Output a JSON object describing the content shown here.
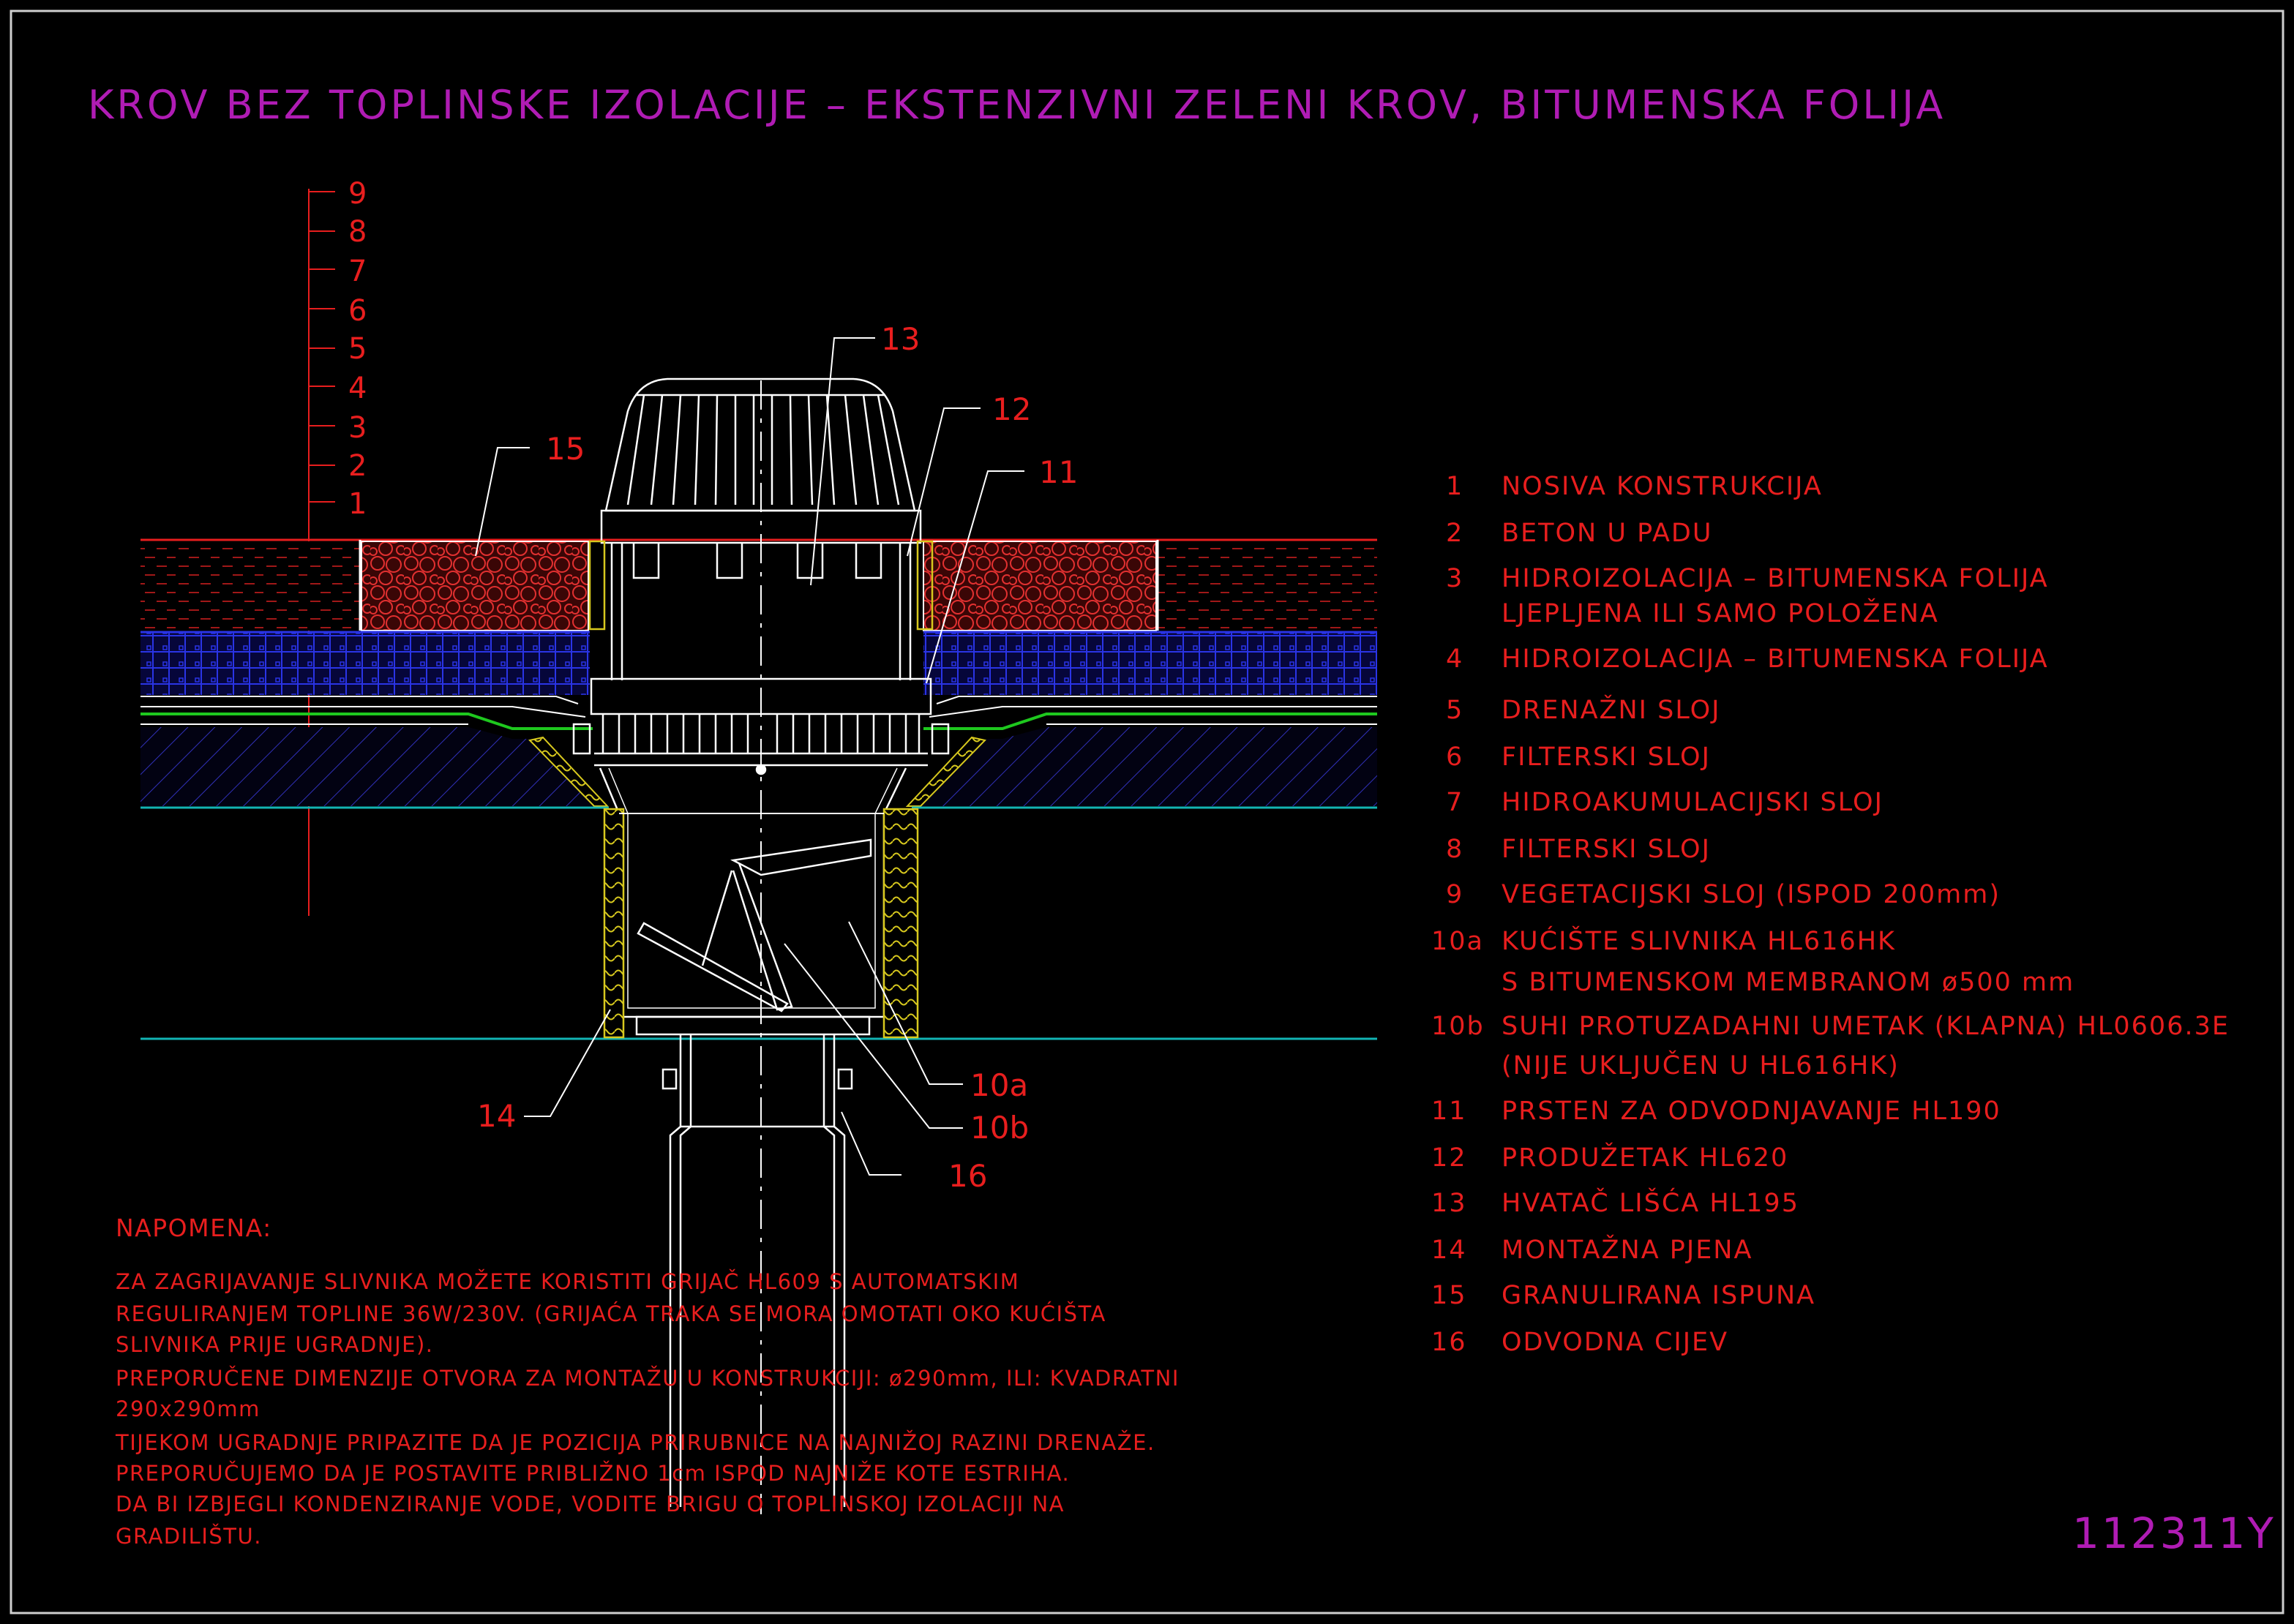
{
  "title": "KROV BEZ TOPLINSKE IZOLACIJE – EKSTENZIVNI ZELENI KROV, BITUMENSKA FOLIJA",
  "drawing_code": "112311Y",
  "scale_labels": [
    "1",
    "2",
    "3",
    "4",
    "5",
    "6",
    "7",
    "8",
    "9"
  ],
  "callouts": {
    "c10a": "10a",
    "c10b": "10b",
    "c11": "11",
    "c12": "12",
    "c13": "13",
    "c14": "14",
    "c15": "15",
    "c16": "16"
  },
  "legend": [
    {
      "num": "1",
      "lines": [
        "NOSIVA KONSTRUKCIJA"
      ]
    },
    {
      "num": "2",
      "lines": [
        "BETON U PADU"
      ]
    },
    {
      "num": "3",
      "lines": [
        "HIDROIZOLACIJA – BITUMENSKA FOLIJA",
        "LJEPLJENA ILI SAMO POLOŽENA"
      ]
    },
    {
      "num": "4",
      "lines": [
        "HIDROIZOLACIJA – BITUMENSKA FOLIJA"
      ]
    },
    {
      "num": "5",
      "lines": [
        "DRENAŽNI SLOJ"
      ]
    },
    {
      "num": "6",
      "lines": [
        "FILTERSKI SLOJ"
      ]
    },
    {
      "num": "7",
      "lines": [
        "HIDROAKUMULACIJSKI SLOJ"
      ]
    },
    {
      "num": "8",
      "lines": [
        "FILTERSKI SLOJ"
      ]
    },
    {
      "num": "9",
      "lines": [
        "VEGETACIJSKI SLOJ (ISPOD 200mm)"
      ]
    },
    {
      "num": "10a",
      "lines": [
        "KUĆIŠTE SLIVNIKA HL616HK",
        "S BITUMENSKOM MEMBRANOM ø500 mm"
      ]
    },
    {
      "num": "10b",
      "lines": [
        "SUHI PROTUZADAHNI UMETAK (KLAPNA) HL0606.3E",
        "(NIJE UKLJUČEN U HL616HK)"
      ]
    },
    {
      "num": "11",
      "lines": [
        "PRSTEN ZA ODVODNJAVANJE HL190"
      ]
    },
    {
      "num": "12",
      "lines": [
        "PRODUŽETAK HL620"
      ]
    },
    {
      "num": "13",
      "lines": [
        "HVATAČ LIŠĆA HL195"
      ]
    },
    {
      "num": "14",
      "lines": [
        "MONTAŽNA PJENA"
      ]
    },
    {
      "num": "15",
      "lines": [
        "GRANULIRANA ISPUNA"
      ]
    },
    {
      "num": "16",
      "lines": [
        "ODVODNA CIJEV"
      ]
    }
  ],
  "note": {
    "heading": "NAPOMENA:",
    "lines": [
      "ZA ZAGRIJAVANJE SLIVNIKA MOŽETE KORISTITI GRIJAČ HL609 S AUTOMATSKIM",
      "REGULIRANJEM TOPLINE 36W/230V. (GRIJAĆA TRAKA SE MORA OMOTATI OKO KUĆIŠTA",
      "SLIVNIKA PRIJE UGRADNJE).",
      "PREPORUČENE DIMENZIJE OTVORA ZA MONTAŽU U KONSTRUKCIJI: ø290mm, ILI: KVADRATNI",
      "290x290mm",
      "TIJEKOM UGRADNJE PRIPAZITE DA JE POZICIJA PRIRUBNICE NA NAJNIŽOJ RAZINI DRENAŽE.",
      "PREPORUČUJEMO DA JE POSTAVITE PRIBLIŽNO 1cm ISPOD NAJNIŽE KOTE ESTRIHA.",
      "DA BI IZBJEGLI KONDENZIRANJE VODE, VODITE BRIGU O TOPLINSKOJ IZOLACIJI NA",
      "GRADILIŠTU."
    ]
  },
  "colors": {
    "background": "#000000",
    "title": "#b01cb4",
    "text": "#e81e1e",
    "drawing_lines": "#ffffff",
    "drainage_fill": "#8a1a1a",
    "filter_blue": "#1c26d6",
    "membrane_green": "#1ec81e",
    "baseline_cyan": "#12b4b4",
    "foam_yellow": "#d7c81e",
    "concrete_hatch": "#4040d0"
  }
}
